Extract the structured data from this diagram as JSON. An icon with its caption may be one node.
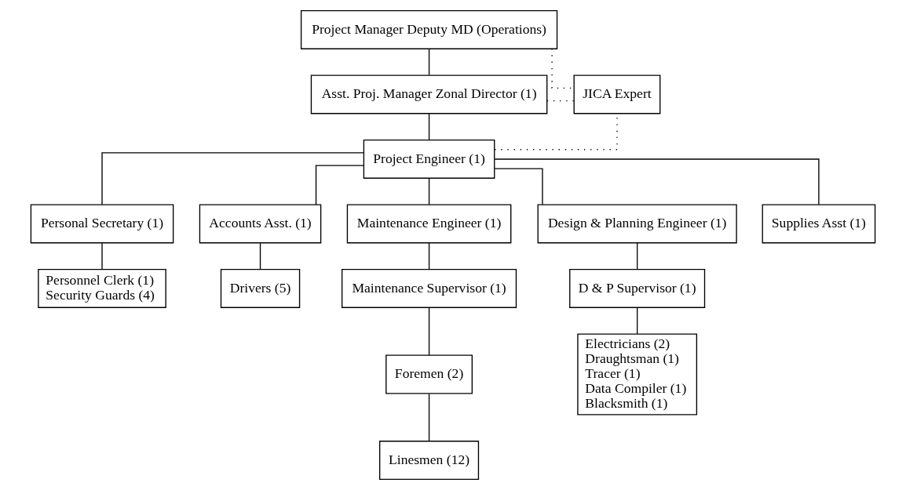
{
  "diagram": {
    "nodes": [
      {
        "text": [
          "Project Manager Deputy MD (Operations)"
        ]
      },
      {
        "text": [
          "Asst. Proj. Manager Zonal Director (1)"
        ]
      },
      {
        "text": [
          "JICA Expert"
        ]
      },
      {
        "text": [
          "Project Engineer (1)"
        ]
      },
      {
        "text": [
          "Personal Secretary (1)"
        ]
      },
      {
        "text": [
          "Accounts Asst. (1)"
        ]
      },
      {
        "text": [
          "Maintenance Engineer (1)"
        ]
      },
      {
        "text": [
          "Design & Planning Engineer (1)"
        ]
      },
      {
        "text": [
          "Supplies Asst (1)"
        ]
      },
      {
        "text": [
          "Personnel Clerk (1)",
          "Security Guards (4)"
        ]
      },
      {
        "text": [
          "Drivers (5)"
        ]
      },
      {
        "text": [
          "Maintenance Supervisor (1)"
        ]
      },
      {
        "text": [
          "D & P Supervisor (1)"
        ]
      },
      {
        "text": [
          "Foremen (2)"
        ]
      },
      {
        "text": [
          "Electricians (2)",
          "Draughtsman (1)",
          "Tracer (1)",
          "Data Compiler (1)",
          "Blacksmith (1)"
        ]
      },
      {
        "text": [
          "Linesmen (12)"
        ]
      }
    ],
    "edges": [
      {
        "from": 0,
        "to": 1,
        "arrow": "none"
      },
      {
        "from": 0,
        "to": 2,
        "arrow": "none",
        "style": "dashed"
      },
      {
        "from": 1,
        "to": 2,
        "arrow": "none",
        "style": "dashed"
      },
      {
        "from": 1,
        "to": 3,
        "arrow": "none"
      },
      {
        "from": 3,
        "to": 2,
        "arrow": "none",
        "style": "dashed"
      },
      {
        "from": 3,
        "to": 4,
        "arrow": "none"
      },
      {
        "from": 3,
        "to": 5,
        "arrow": "none"
      },
      {
        "from": 3,
        "to": 6,
        "arrow": "none"
      },
      {
        "from": 3,
        "to": 7,
        "arrow": "none"
      },
      {
        "from": 3,
        "to": 8,
        "arrow": "none"
      },
      {
        "from": 4,
        "to": 9,
        "arrow": "none"
      },
      {
        "from": 5,
        "to": 10,
        "arrow": "none"
      },
      {
        "from": 6,
        "to": 11,
        "arrow": "none"
      },
      {
        "from": 7,
        "to": 12,
        "arrow": "none"
      },
      {
        "from": 11,
        "to": 13,
        "arrow": "none"
      },
      {
        "from": 12,
        "to": 14,
        "arrow": "none"
      },
      {
        "from": 13,
        "to": 15,
        "arrow": "none"
      }
    ]
  }
}
